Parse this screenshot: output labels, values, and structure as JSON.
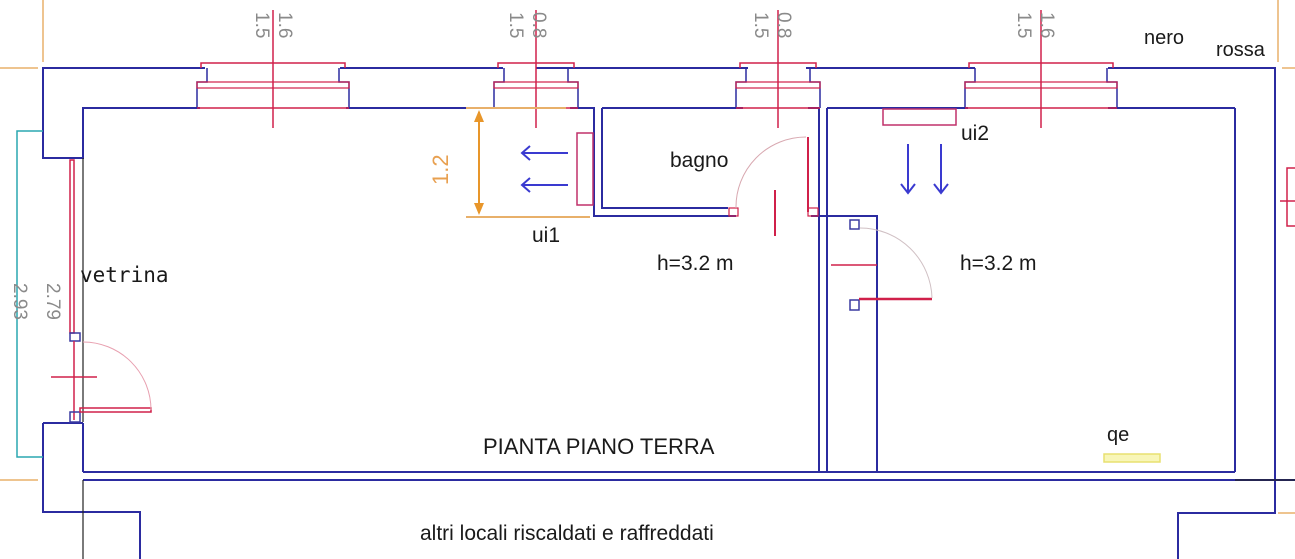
{
  "drawing": {
    "title": "PIANTA PIANO TERRA",
    "neighbor_label": "altri locali riscaldati e raffreddati",
    "legend": {
      "black_label": "nero",
      "red_label": "rossa"
    },
    "colors": {
      "wall": "#2b2ba0",
      "window": "#d0204a",
      "dimension_text": "#8a8a8a",
      "dimension_orange": "#e8962a",
      "glass_cyan": "#2aa7b0",
      "panel_yellow": "#f3f08a",
      "arrow_blue": "#3a3ad0",
      "text": "#1a1a1a"
    }
  },
  "rooms": [
    {
      "name": "main",
      "label": "",
      "height_label": ""
    },
    {
      "name": "bathroom",
      "label": "bagno",
      "height_label": "h=3.2 m"
    },
    {
      "name": "back-room",
      "label": "",
      "height_label": "h=3.2 m"
    }
  ],
  "windows": [
    {
      "id": "w1",
      "height_label": "1.5",
      "width_label": "1.6"
    },
    {
      "id": "w2",
      "height_label": "1.5",
      "width_label": "0.8"
    },
    {
      "id": "w3",
      "height_label": "1.5",
      "width_label": "0.8"
    },
    {
      "id": "w4",
      "height_label": "1.5",
      "width_label": "1.6"
    }
  ],
  "indoor_units": [
    {
      "id": "ui1",
      "label": "ui1",
      "clearance_label": "1.2",
      "airflow": "left"
    },
    {
      "id": "ui2",
      "label": "ui2",
      "airflow": "down"
    }
  ],
  "shopfront": {
    "label": "vetrina",
    "inner_height_label": "2.79",
    "outer_height_label": "2.93"
  },
  "electrical_panel": {
    "label": "qe"
  }
}
